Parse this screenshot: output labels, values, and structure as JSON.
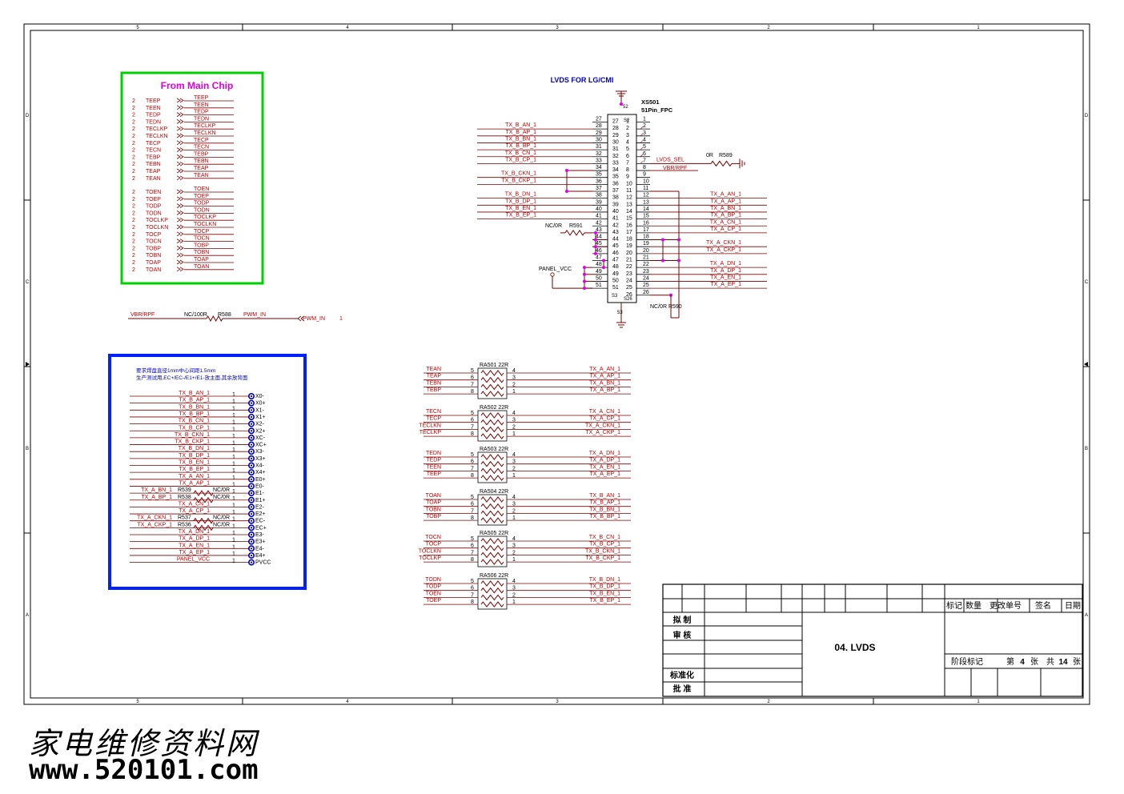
{
  "frame": {
    "top_zones": [
      "5",
      "4",
      "3",
      "2",
      "1"
    ],
    "side_zones": [
      "D",
      "C",
      "B",
      "A"
    ]
  },
  "main_chip": {
    "title": "From Main Chip",
    "sheet_ref": "2",
    "group_e": [
      "TEEP",
      "TEEN",
      "TEDP",
      "TEDN",
      "TECLKP",
      "TECLKN",
      "TECP",
      "TECN",
      "TEBP",
      "TEBN",
      "TEAP",
      "TEAN"
    ],
    "group_o": [
      "TOEN",
      "TOEP",
      "TODP",
      "TODN",
      "TOCLKP",
      "TOCLKN",
      "TOCP",
      "TOCN",
      "TOBP",
      "TOBN",
      "TOAP",
      "TOAN"
    ],
    "group_e_right": [
      "TEEP",
      "TEEN",
      "TEDP",
      "TEDN",
      "TECLKP",
      "TECLKN",
      "TECP",
      "TECN",
      "TEBP",
      "TEBN",
      "TEAP",
      "TEAN"
    ],
    "group_o_right": [
      "TOEN",
      "TOEP",
      "TODP",
      "TODN",
      "TOCLKP",
      "TOCLKN",
      "TOCP",
      "TOCN",
      "TOBP",
      "TOBN",
      "TOAP",
      "TOAN"
    ]
  },
  "pwm": {
    "net_left": "VBR/RPF",
    "resistor_val": "NC/100R",
    "resistor_ref": "R588",
    "net_right": "PWM_IN",
    "port": "PWM_IN",
    "port_ref": "1"
  },
  "connector": {
    "title": "LVDS FOR LG/CMI",
    "ref": "XS501",
    "type": "51Pin_FPC",
    "shield_top": "52",
    "shield_bottom": "53",
    "left_nets": [
      "TX_B_AN_1",
      "TX_B_AP_1",
      "TX_B_BN_1",
      "TX_B_BP_1",
      "TX_B_CN_1",
      "TX_B_CP_1",
      "",
      "TX_B_CKN_1",
      "TX_B_CKP_1",
      "",
      "TX_B_DN_1",
      "TX_B_DP_1",
      "TX_B_EN_1",
      "TX_B_EP_1"
    ],
    "left_pins": [
      "27",
      "28",
      "29",
      "30",
      "31",
      "32",
      "33",
      "34",
      "35",
      "36",
      "37",
      "38",
      "39",
      "40",
      "41",
      "42",
      "43",
      "44",
      "45",
      "46",
      "47",
      "48",
      "49",
      "50",
      "51"
    ],
    "left_inner": [
      "27",
      "28",
      "29",
      "30",
      "31",
      "32",
      "33",
      "34",
      "35",
      "36",
      "37",
      "38",
      "39",
      "40",
      "41",
      "42",
      "43",
      "44",
      "45",
      "46",
      "47",
      "48",
      "49",
      "50",
      "51"
    ],
    "right_inner": [
      "1",
      "2",
      "3",
      "4",
      "5",
      "6",
      "7",
      "8",
      "9",
      "10",
      "11",
      "12",
      "13",
      "14",
      "15",
      "16",
      "17",
      "18",
      "19",
      "20",
      "21",
      "22",
      "23",
      "24",
      "25",
      "26"
    ],
    "right_pins": [
      "1",
      "2",
      "3",
      "4",
      "5",
      "6",
      "7",
      "8",
      "9",
      "10",
      "11",
      "12",
      "13",
      "14",
      "15",
      "16",
      "17",
      "18",
      "19",
      "20",
      "21",
      "22",
      "23",
      "24",
      "25",
      "26"
    ],
    "inner_tags": [
      "S2",
      "S3",
      "S26"
    ],
    "right_nets": [
      "TX_A_AN_1",
      "TX_A_AP_1",
      "TX_A_BN_1",
      "TX_A_BP_1",
      "TX_A_CN_1",
      "TX_A_CP_1",
      "TX_A_CKN_1",
      "TX_A_CKP_1",
      "TX_A_DN_1",
      "TX_A_DP_1",
      "TX_A_EN_1",
      "TX_A_EP_1"
    ],
    "lvds_sel": "LVDS_SEL",
    "vbr_rpf": "VBR/RPF",
    "r589_val": "0R",
    "r589_ref": "R589",
    "r591_val": "NC/0R",
    "r591_ref": "R591",
    "r590_label": "NC/0R R590",
    "panel_vcc": "PANEL_VCC"
  },
  "test_points": {
    "note1": "要求焊盘直径1mm中心间距1.5mm",
    "note2": "生产测试用,EC+/EC-/E1+/E1-放主面,其余放背面",
    "rows": [
      {
        "net": "TX_B_AN_1",
        "pin": "1",
        "tp": "X0-"
      },
      {
        "net": "TX_B_AP_1",
        "pin": "1",
        "tp": "X0+"
      },
      {
        "net": "TX_B_BN_1",
        "pin": "1",
        "tp": "X1-"
      },
      {
        "net": "TX_B_BP_1",
        "pin": "1",
        "tp": "X1+"
      },
      {
        "net": "TX_B_CN_1",
        "pin": "1",
        "tp": "X2-"
      },
      {
        "net": "TX_B_CP_1",
        "pin": "1",
        "tp": "X2+"
      },
      {
        "net": "TX_B_CKN_1",
        "pin": "1",
        "tp": "XC-"
      },
      {
        "net": "TX_B_CKP_1",
        "pin": "1",
        "tp": "XC+"
      },
      {
        "net": "TX_B_DN_1",
        "pin": "1",
        "tp": "X3-"
      },
      {
        "net": "TX_B_DP_1",
        "pin": "1",
        "tp": "X3+"
      },
      {
        "net": "TX_B_EN_1",
        "pin": "1",
        "tp": "X4-"
      },
      {
        "net": "TX_B_EP_1",
        "pin": "1",
        "tp": "X4+"
      },
      {
        "net": "TX_A_AN_1",
        "pin": "1",
        "tp": "E0+"
      },
      {
        "net": "TX_A_AP_1",
        "pin": "1",
        "tp": "E0-"
      },
      {
        "net": "",
        "pin": "1",
        "tp": "E1-"
      },
      {
        "net": "",
        "pin": "1",
        "tp": "E1+"
      },
      {
        "net": "TX_A_CN_1",
        "pin": "1",
        "tp": "E2-"
      },
      {
        "net": "TX_A_CP_1",
        "pin": "1",
        "tp": "E2+"
      },
      {
        "net": "",
        "pin": "1",
        "tp": "EC-"
      },
      {
        "net": "",
        "pin": "1",
        "tp": "EC+"
      },
      {
        "net": "TX_A_DN_1",
        "pin": "1",
        "tp": "E3-"
      },
      {
        "net": "TX_A_DP_1",
        "pin": "1",
        "tp": "E3+"
      },
      {
        "net": "TX_A_EN_1",
        "pin": "1",
        "tp": "E4-"
      },
      {
        "net": "TX_A_EP_1",
        "pin": "1",
        "tp": "E4+"
      },
      {
        "net": "PANEL_VCC",
        "pin": "1",
        "tp": "PVCC"
      }
    ],
    "resistors": [
      {
        "net": "TX_A_BN_1",
        "ref": "R539",
        "val": "NC/0R"
      },
      {
        "net": "TX_A_BP_1",
        "ref": "R538",
        "val": "NC/0R"
      },
      {
        "net": "TX_A_CKN_1",
        "ref": "R537",
        "val": "NC/0R"
      },
      {
        "net": "TX_A_CKP_1",
        "ref": "R536",
        "val": "NC/0R"
      }
    ]
  },
  "arrays": [
    {
      "ref": "RA501 22R",
      "in": [
        "TEAN",
        "TEAP",
        "TEBN",
        "TEBP"
      ],
      "out": [
        "TX_A_AN_1",
        "TX_A_AP_1",
        "TX_A_BN_1",
        "TX_A_BP_1"
      ]
    },
    {
      "ref": "RA502 22R",
      "in": [
        "TECN",
        "TECP",
        "TECLKN",
        "TECLKP"
      ],
      "out": [
        "TX_A_CN_1",
        "TX_A_CP_1",
        "TX_A_CKN_1",
        "TX_A_CKP_1"
      ]
    },
    {
      "ref": "RA503 22R",
      "in": [
        "TEDN",
        "TEDP",
        "TEEN",
        "TEEP"
      ],
      "out": [
        "TX_A_DN_1",
        "TX_A_DP_1",
        "TX_A_EN_1",
        "TX_A_EP_1"
      ]
    },
    {
      "ref": "RA504 22R",
      "in": [
        "TOAN",
        "TOAP",
        "TOBN",
        "TOBP"
      ],
      "out": [
        "TX_B_AN_1",
        "TX_B_AP_1",
        "TX_B_BN_1",
        "TX_B_BP_1"
      ]
    },
    {
      "ref": "RA505 22R",
      "in": [
        "TOCN",
        "TOCP",
        "TOCLKN",
        "TOCLKP"
      ],
      "out": [
        "TX_B_CN_1",
        "TX_B_CP_1",
        "TX_B_CKN_1",
        "TX_B_CKP_1"
      ]
    },
    {
      "ref": "RA506 22R",
      "in": [
        "TODN",
        "TODP",
        "TOEN",
        "TOEP"
      ],
      "out": [
        "TX_B_DN_1",
        "TX_B_DP_1",
        "TX_B_EN_1",
        "TX_B_EP_1"
      ]
    }
  ],
  "array_pins_left": [
    "5",
    "6",
    "7",
    "8"
  ],
  "array_pins_right": [
    "4",
    "3",
    "2",
    "1"
  ],
  "title_block": {
    "header": [
      "标记",
      "数量",
      "更改单号",
      "签名",
      "日期"
    ],
    "roles": [
      "拟 制",
      "审 核",
      "",
      "标准化",
      "批 准"
    ],
    "title": "04. LVDS",
    "stage": "阶段标记",
    "sheet_label_a": "第",
    "sheet_no": "4",
    "sheet_label_b": "张",
    "total_label_a": "共",
    "total_no": "14",
    "total_label_b": "张"
  },
  "watermark": {
    "line1": "家电维修资料网",
    "line2": "www.520101.com"
  },
  "colors": {
    "net": "#c00000",
    "wire": "#7a0000",
    "line": "#000000",
    "junction": "#e000e0",
    "chip_title": "#e000e0",
    "title_blue": "#0000c0",
    "green_box": "#00d000",
    "blue_box": "#0020ff"
  }
}
